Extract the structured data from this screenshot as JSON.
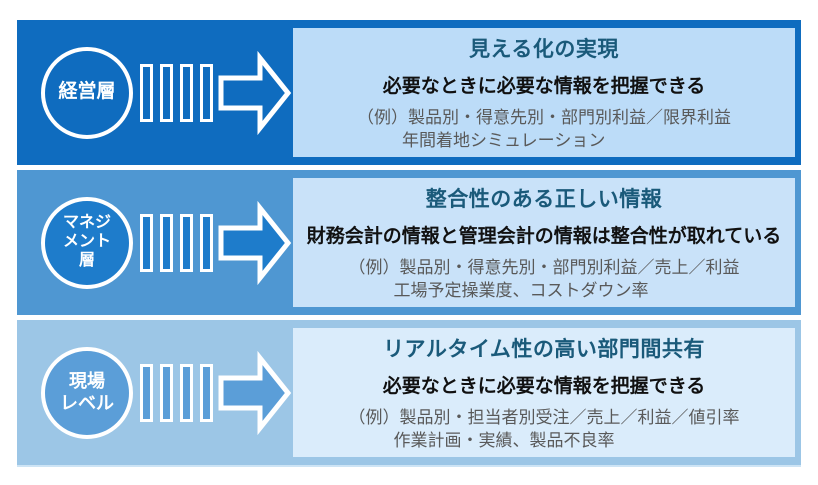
{
  "diagram": {
    "text_colors": {
      "title": "#1a5a7a",
      "subtitle": "#111111",
      "example": "#595959"
    },
    "rows": [
      {
        "level": {
          "lines": [
            "経営層"
          ]
        },
        "colors": {
          "bg": "#0f6cbf",
          "accent": "#0f6cbf",
          "box_bg": "#bcdcf8"
        },
        "box": {
          "title": "見える化の実現",
          "subtitle": "必要なときに必要な情報を把握できる",
          "example_line1": "（例）製品別・得意先別・部門別利益／限界利益",
          "example_line2": "年間着地シミュレーション"
        }
      },
      {
        "level": {
          "lines": [
            "マネジ",
            "メント",
            "層"
          ]
        },
        "colors": {
          "bg": "#4f97d2",
          "accent": "#1e7ccb",
          "box_bg": "#c9e2f9"
        },
        "box": {
          "title": "整合性のある正しい情報",
          "subtitle": "財務会計の情報と管理会計の情報は整合性が取れている",
          "example_line1": "（例）製品別・得意先別・部門別利益／売上／利益",
          "example_line2": "工場予定操業度、コストダウン率"
        }
      },
      {
        "level": {
          "lines": [
            "現場",
            "レベル"
          ]
        },
        "colors": {
          "bg": "#9cc6e6",
          "accent": "#5b9ed8",
          "box_bg": "#daecfb"
        },
        "box": {
          "title": "リアルタイム性の高い部門間共有",
          "subtitle": "必要なときに必要な情報を把握できる",
          "example_line1": "（例）製品別・担当者別受注／売上／利益／値引率",
          "example_line2": "作業計画・実績、製品不良率"
        }
      }
    ]
  }
}
